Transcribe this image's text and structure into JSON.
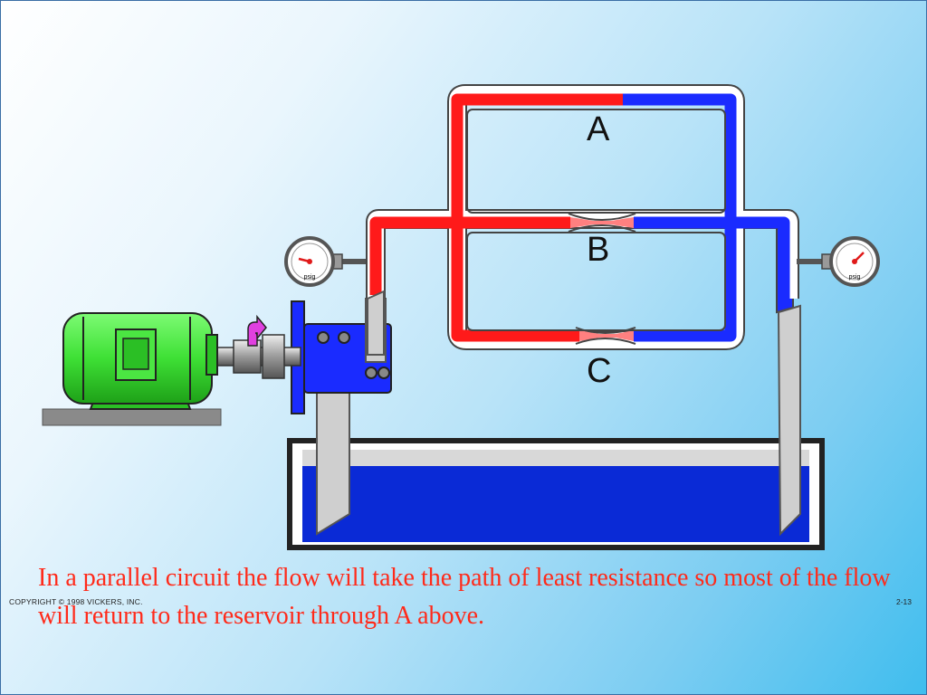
{
  "diagram": {
    "branch_labels": [
      "A",
      "B",
      "C"
    ],
    "gauge_label": "psig",
    "colors": {
      "pressure_line": "#ff1a1a",
      "return_line": "#1a2bff",
      "reservoir_oil": "#0a2ad6",
      "motor": "#3fe83a",
      "rotation_arrow": "#e040e0",
      "pipe_outline": "#555555",
      "suction_pipe": "#cfcfcf"
    }
  },
  "caption": "In a parallel circuit the flow will take the path of least resistance so most of the flow will return to the reservoir through A above.",
  "footer": {
    "copyright": "COPYRIGHT © 1998 VICKERS, INC.",
    "slide_number": "2-13"
  }
}
